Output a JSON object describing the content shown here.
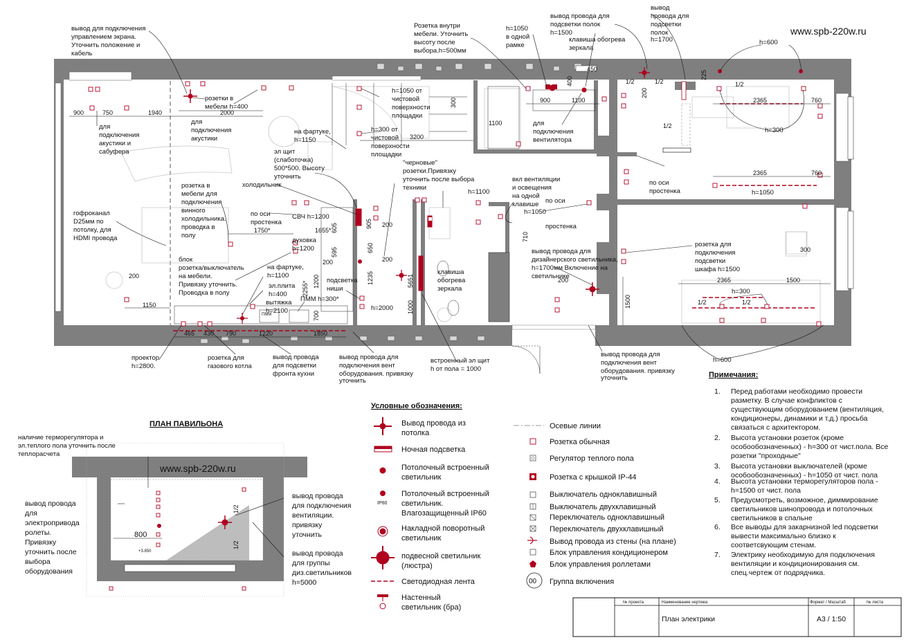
{
  "site": "www.spb-220w.ru",
  "callouts": [
    {
      "id": "c1",
      "lines": [
        "вывод для подключения",
        "управлением экрана.",
        "Уточнить положение и",
        "кабель"
      ]
    },
    {
      "id": "c2",
      "lines": [
        "розетки в",
        "мебели h=400"
      ]
    },
    {
      "id": "c3",
      "lines": [
        "для",
        "подключения",
        "акустики"
      ]
    },
    {
      "id": "c4",
      "lines": [
        "для",
        "подключения",
        "акустики и",
        "сабуфера"
      ]
    },
    {
      "id": "c5",
      "lines": [
        "Розетка внутри",
        "мебели. Уточнить",
        "высоту после",
        "выбора.h=500мм"
      ]
    },
    {
      "id": "c6",
      "lines": [
        "h=1050",
        "в одной",
        "рамке"
      ]
    },
    {
      "id": "c7",
      "lines": [
        "вывод провода для",
        "подсветки полок",
        "h=1500"
      ]
    },
    {
      "id": "c8",
      "lines": [
        "клавиша обогрева",
        "зеркала"
      ]
    },
    {
      "id": "c9",
      "lines": [
        "вывод",
        "провода для",
        "подсветки",
        "полок",
        "h=1700"
      ]
    },
    {
      "id": "c10",
      "lines": [
        "h=1050 от",
        "чистовой",
        "поверхности",
        "площадки"
      ]
    },
    {
      "id": "c11",
      "lines": [
        "h=300 от",
        "чистовой",
        "поверхности",
        "площадки"
      ]
    },
    {
      "id": "c12",
      "lines": [
        "для",
        "подключения",
        "вентилятора"
      ]
    },
    {
      "id": "c13",
      "lines": [
        "на фартуке,",
        "h=1150"
      ]
    },
    {
      "id": "c14",
      "lines": [
        "эл щит",
        "(слаботочка)",
        "500*500. Высоту",
        "уточнить"
      ]
    },
    {
      "id": "c15",
      "lines": [
        "\"черновые\"",
        "розетки.Привязку",
        "уточнить после выбора",
        "техники"
      ]
    },
    {
      "id": "c16",
      "lines": [
        "холодильник"
      ]
    },
    {
      "id": "c17",
      "lines": [
        "розетка в",
        "мебели для",
        "подключения",
        "винного",
        "холодильника.",
        "проводка в",
        "полу"
      ]
    },
    {
      "id": "c18",
      "lines": [
        "h=1100"
      ]
    },
    {
      "id": "c19",
      "lines": [
        "вкл вентиляции",
        "и освещения",
        "на одной",
        "клавише"
      ]
    },
    {
      "id": "c20",
      "lines": [
        "по оси",
        "простенка"
      ]
    },
    {
      "id": "c21",
      "lines": [
        "по оси",
        "простенка"
      ]
    },
    {
      "id": "c22",
      "lines": [
        "по оси",
        "простенка"
      ]
    },
    {
      "id": "c23",
      "lines": [
        "СВЧ h=1200"
      ]
    },
    {
      "id": "c24",
      "lines": [
        "h=1050"
      ]
    },
    {
      "id": "c25",
      "lines": [
        "гофроканал",
        "D25мм по",
        "потолку, для",
        "HDMI провода"
      ]
    },
    {
      "id": "c26",
      "lines": [
        "духовка",
        "h=1200"
      ]
    },
    {
      "id": "c27",
      "lines": [
        "вывод провода для",
        "дизайнерского светильника,",
        "h=1700мм Включение на",
        "светильнике"
      ]
    },
    {
      "id": "c28",
      "lines": [
        "розетка для",
        "подключения",
        "подсветки",
        "шкафа h=1500"
      ]
    },
    {
      "id": "c29",
      "lines": [
        "блок",
        "розетка/выключатель",
        "на мебели.",
        "Привязку уточнить.",
        "Проводка в полу"
      ]
    },
    {
      "id": "c30",
      "lines": [
        "на фартуке,",
        "h=1100"
      ]
    },
    {
      "id": "c31",
      "lines": [
        "подсветка",
        "ниши"
      ]
    },
    {
      "id": "c32",
      "lines": [
        "клавиша",
        "обогрева",
        "зеркала"
      ]
    },
    {
      "id": "c33",
      "lines": [
        "эл.плита",
        "h=400"
      ]
    },
    {
      "id": "c34",
      "lines": [
        "вытяжка",
        "h=2100"
      ]
    },
    {
      "id": "c35",
      "lines": [
        "ПММ h=300*"
      ]
    },
    {
      "id": "c36",
      "lines": [
        "h=2000"
      ]
    },
    {
      "id": "c37",
      "lines": [
        "проектор",
        "h=2800."
      ]
    },
    {
      "id": "c38",
      "lines": [
        "розетка для",
        "газового котла"
      ]
    },
    {
      "id": "c39",
      "lines": [
        "вывод провода",
        "для подсветки",
        "фронта кухни"
      ]
    },
    {
      "id": "c40",
      "lines": [
        "вывод провода для",
        "подключения вент",
        "оборудования. привязку",
        "уточнить"
      ]
    },
    {
      "id": "c41",
      "lines": [
        "встроенный эл щит",
        "h от пола = 1000"
      ]
    },
    {
      "id": "c42",
      "lines": [
        "вывод провода для",
        "подключения вент",
        "оборудования. привязку",
        "уточнить"
      ]
    },
    {
      "id": "c43",
      "lines": [
        "h=600"
      ]
    },
    {
      "id": "c44",
      "lines": [
        "h=300"
      ]
    },
    {
      "id": "c45",
      "lines": [
        "h=1050"
      ]
    },
    {
      "id": "c46",
      "lines": [
        "h=300"
      ]
    },
    {
      "id": "c47",
      "lines": [
        "h=600"
      ]
    }
  ],
  "dimensions": [
    "900",
    "750",
    "1940",
    "2000",
    "3200",
    "1100",
    "300",
    "900",
    "1100",
    "450",
    "200",
    "225",
    "1/2",
    "1/2",
    "1/2",
    "1/2",
    "2365",
    "760",
    "2365",
    "760",
    "1750*",
    "1655*",
    "605",
    "905",
    "200",
    "595",
    "200",
    "650",
    "200",
    "1235",
    "5651",
    "1000",
    "710",
    "2255*",
    "700",
    "1200",
    "200",
    "1150",
    "465",
    "430",
    "790",
    "1220",
    "1850",
    "200",
    "300",
    "2365",
    "1500",
    "1500",
    "1/2",
    "1/2",
    "400",
    "ПММ"
  ],
  "pavilion": {
    "title": "ПЛАН ПАВИЛЬОНА",
    "site": "www.spb-220w.ru",
    "notes": [
      {
        "id": "p1",
        "lines": [
          "наличие терморегулятора и",
          "эл.теплого пола уточнить после",
          "теплорасчета"
        ]
      },
      {
        "id": "p2",
        "lines": [
          "вывод провода",
          "для",
          "электропривода",
          "ролеты.",
          "Привязку",
          "уточнить после",
          "выбора",
          "оборудования"
        ]
      },
      {
        "id": "p3",
        "lines": [
          "вывод провода",
          "для подключения",
          "вентиляции.",
          "привязку",
          "уточнить"
        ]
      },
      {
        "id": "p4",
        "lines": [
          "вывод провода",
          "для группы",
          "диз.светильников",
          "h=5000"
        ]
      }
    ],
    "dims": [
      "800",
      "1/2",
      "1/2",
      "+3.850"
    ]
  },
  "legend": {
    "title": "Условные обозначения:",
    "left": [
      {
        "icon": "ceiling-wire-outlet-icon",
        "lines": [
          "Вывод провода из",
          "потолка"
        ]
      },
      {
        "icon": "night-light-icon",
        "lines": [
          "Ночная подсветка"
        ]
      },
      {
        "icon": "recessed-light-icon",
        "lines": [
          "Потолочный встроенный",
          "светильник"
        ]
      },
      {
        "icon": "recessed-light-ip60-icon",
        "lines": [
          "Потолочный встроенный",
          "светильник.",
          "Влагозащищенный IP60"
        ],
        "tag": "IP60"
      },
      {
        "icon": "surface-spot-icon",
        "lines": [
          "Накладной поворотный",
          "светильник"
        ]
      },
      {
        "icon": "pendant-light-icon",
        "lines": [
          "подвесной светильник",
          "(люстра)"
        ]
      },
      {
        "icon": "led-strip-icon",
        "lines": [
          "Светодиодная лента"
        ]
      },
      {
        "icon": "wall-light-icon",
        "lines": [
          "Настенный",
          "светильник (бра)"
        ]
      }
    ],
    "right": [
      {
        "icon": "axis-line-icon",
        "label": "Осевые линии"
      },
      {
        "icon": "socket-icon",
        "label": "Розетка обычная"
      },
      {
        "icon": "floor-heating-regulator-icon",
        "label": "Регулятор теплого пола"
      },
      {
        "icon": "socket-ip44-icon",
        "label": "Розетка с крышкой IP-44"
      },
      {
        "icon": "switch-single-icon",
        "label": "Выключатель одноклавишный"
      },
      {
        "icon": "switch-double-icon",
        "label": "Выключатель двухклавишный"
      },
      {
        "icon": "pass-switch-single-icon",
        "label": "Переключатель одноклавишный"
      },
      {
        "icon": "pass-switch-double-icon",
        "label": "Переключатель двухклавишный"
      },
      {
        "icon": "wall-wire-outlet-icon",
        "label": "Вывод провода из стены (на плане)"
      },
      {
        "icon": "ac-control-icon",
        "label": "Блок управления кондиционером"
      },
      {
        "icon": "roller-control-icon",
        "label": "Блок управления роллетами"
      },
      {
        "icon": "group-circle-icon",
        "label": "Группа включения",
        "tag": "00"
      }
    ]
  },
  "notes": {
    "title": "Примечания:",
    "items": [
      {
        "n": "1.",
        "lines": [
          "Перед работами необходимо провести",
          "разметку. В случае конфликтов с",
          "существующим оборудованием (вентиляция,",
          "кондиционеры, динамики и т.д.) просьба",
          "связаться с архитектором."
        ]
      },
      {
        "n": "2.",
        "lines": [
          "Высота установки розеток (кроме",
          "особообозначенных) - h=300 от чист.пола. Все",
          "розетки \"проходные\""
        ]
      },
      {
        "n": "3.",
        "lines": [
          "Высота установки выключателей (кроме",
          "особообозначенных) - h=1050 от чист. пола"
        ]
      },
      {
        "n": "4.",
        "lines": [
          "Высота установки терморегуляторов пола  -",
          "h=1500 от чист. пола"
        ]
      },
      {
        "n": "5.",
        "lines": [
          "Предусмотреть, возможное, диммирование",
          "светильников шинопровода и потолочных",
          "светильников в спальне"
        ]
      },
      {
        "n": "6.",
        "lines": [
          "Все выводы для закарнизной led подсветки",
          "вывести максимально близко к",
          "соответсвующим стенам."
        ]
      },
      {
        "n": "7.",
        "lines": [
          "Электрику необходимую для подключения",
          "вентиляции и кондиционирования см.",
          "спец.чертеж от подрядчика."
        ]
      }
    ]
  },
  "title_block": {
    "h_project": "№ проекта",
    "h_name": "Наименование чертежа",
    "h_format": "Формат / Масштаб",
    "h_sheet": "№ листа",
    "name": "План электрики",
    "format": "А3 / 1:50"
  }
}
